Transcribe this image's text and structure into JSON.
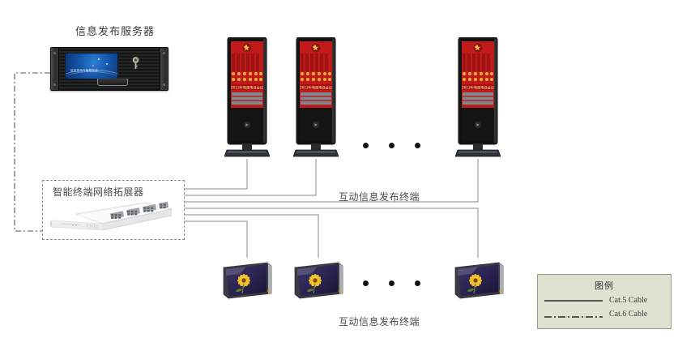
{
  "diagram": {
    "title_server": "信息发布服务器",
    "label_switch": "智能终端网络拓展器",
    "label_kiosk_row": "互动信息发布终端",
    "label_tablet_row": "互动信息发布终端"
  },
  "server": {
    "screen_text": "信息发布与管理系统"
  },
  "kiosks": [
    {
      "screen_title": "2013年电视电话会议"
    },
    {
      "screen_title": "2013年电视电话会议"
    },
    {
      "screen_title": "2013年电视电话会议"
    }
  ],
  "tablets": [
    {
      "wallpaper": "yellow-flower"
    },
    {
      "wallpaper": "yellow-flower"
    },
    {
      "wallpaper": "yellow-flower"
    }
  ],
  "ellipsis": {
    "kiosk_dots": "• • •",
    "tablet_dots": "• • •"
  },
  "legend": {
    "title": "图例",
    "entries": [
      {
        "style": "solid",
        "label": "Cat.5 Cable"
      },
      {
        "style": "dashdot",
        "label": "Cat.6 Cable"
      }
    ]
  },
  "colors": {
    "cat5_line": "#555555",
    "cat6_line": "#555555",
    "legend_bg": "#dfe2d0",
    "legend_border": "#9a9a86",
    "kiosk_red": "#c21a1a",
    "server_black": "#1a1a1a",
    "switch_white": "#e9e9e9"
  }
}
